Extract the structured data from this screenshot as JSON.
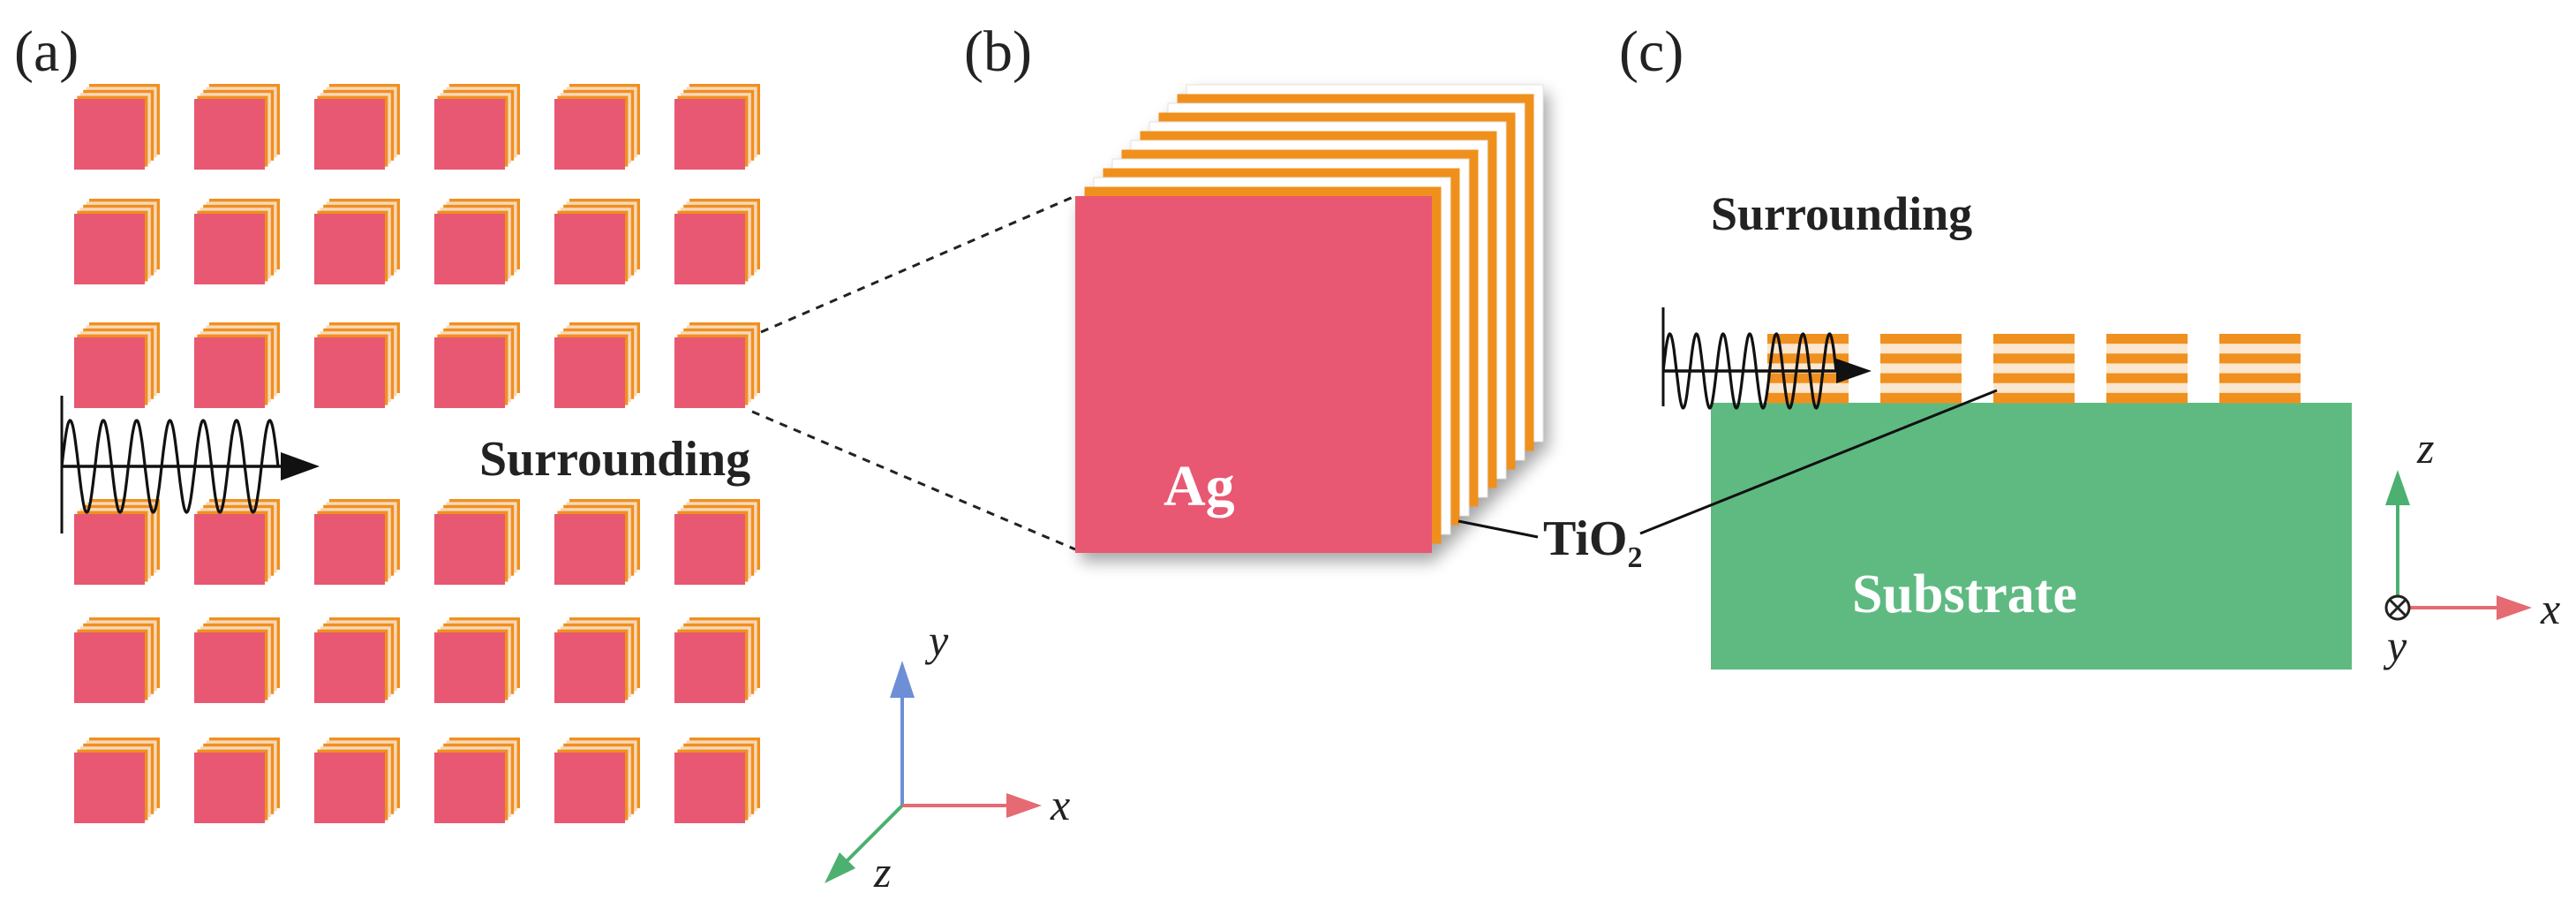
{
  "colors": {
    "ag": "#e85872",
    "tio2": "#f0901e",
    "layer_light": "#f6d9bd",
    "substrate": "#5fba82",
    "axis_x": "#e56a72",
    "axis_y": "#6e8fd6",
    "axis_z": "#4cb070"
  },
  "panel_a": {
    "label": "(a)",
    "surrounding": "Surrounding",
    "grid": {
      "rows": 6,
      "cols": 6,
      "gap_after_row": 3
    },
    "axes": {
      "x": "x",
      "y": "y",
      "z": "z"
    }
  },
  "panel_b": {
    "label": "(b)",
    "ag_label": "Ag",
    "tio2_label": "TiO",
    "tio2_sub": "2"
  },
  "panel_c": {
    "label": "(c)",
    "surrounding": "Surrounding",
    "substrate_label": "Substrate",
    "nanocubes": 5,
    "axes": {
      "x": "x",
      "y": "y",
      "z": "z"
    }
  }
}
